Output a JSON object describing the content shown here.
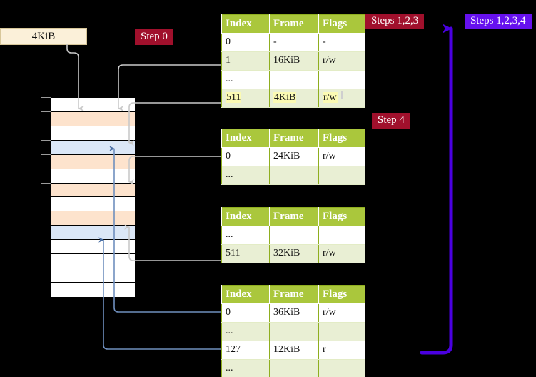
{
  "diagram": {
    "title_hidden": "",
    "background_color": "#000000",
    "callout": {
      "label": "4KiB",
      "bg": "#fbf0d9",
      "border": "#d8c79a"
    },
    "pills": [
      {
        "name": "step-0",
        "label": "Step 0",
        "color": "#a0102c"
      },
      {
        "name": "steps-123",
        "label": "Steps 1,2,3",
        "color": "#a0102c"
      },
      {
        "name": "steps-1234",
        "label": "Steps 1,2,3,4",
        "color": "#6611ee"
      },
      {
        "name": "step-4",
        "label": "Step 4",
        "color": "#a0102c"
      }
    ],
    "memory_column": {
      "name": "physical-memory-column",
      "frame_colors": {
        "white": "#ffffff",
        "peach": "#fde3cd",
        "blue": "#dbe7f7"
      },
      "rows": [
        {
          "fill": "white"
        },
        {
          "fill": "peach"
        },
        {
          "fill": "white"
        },
        {
          "fill": "blue"
        },
        {
          "fill": "peach"
        },
        {
          "fill": "white"
        },
        {
          "fill": "peach"
        },
        {
          "fill": "white"
        },
        {
          "fill": "peach"
        },
        {
          "fill": "blue"
        },
        {
          "fill": "white"
        },
        {
          "fill": "white"
        },
        {
          "fill": "white"
        },
        {
          "fill": "white"
        }
      ]
    },
    "tables": [
      {
        "name": "page-table-level-1",
        "headers": [
          "Index",
          "Frame",
          "Flags"
        ],
        "rows": [
          {
            "cells": [
              "0",
              "-",
              "-"
            ],
            "style": "plain",
            "highlight": false
          },
          {
            "cells": [
              "1",
              "16KiB",
              "r/w"
            ],
            "style": "alt",
            "highlight": false
          },
          {
            "cells": [
              "...",
              "",
              ""
            ],
            "style": "plain",
            "highlight": false
          },
          {
            "cells": [
              "511",
              "4KiB",
              "r/w"
            ],
            "style": "alt",
            "highlight": true
          }
        ]
      },
      {
        "name": "page-table-level-2",
        "headers": [
          "Index",
          "Frame",
          "Flags"
        ],
        "rows": [
          {
            "cells": [
              "0",
              "24KiB",
              "r/w"
            ],
            "style": "plain",
            "highlight": false
          },
          {
            "cells": [
              "...",
              "",
              ""
            ],
            "style": "alt",
            "highlight": false
          }
        ]
      },
      {
        "name": "page-table-level-3",
        "headers": [
          "Index",
          "Frame",
          "Flags"
        ],
        "rows": [
          {
            "cells": [
              "...",
              "",
              ""
            ],
            "style": "plain",
            "highlight": false
          },
          {
            "cells": [
              "511",
              "32KiB",
              "r/w"
            ],
            "style": "alt",
            "highlight": false
          }
        ]
      },
      {
        "name": "page-table-level-4",
        "headers": [
          "Index",
          "Frame",
          "Flags"
        ],
        "rows": [
          {
            "cells": [
              "0",
              "36KiB",
              "r/w"
            ],
            "style": "plain",
            "highlight": false
          },
          {
            "cells": [
              "...",
              "",
              ""
            ],
            "style": "alt",
            "highlight": false
          },
          {
            "cells": [
              "127",
              "12KiB",
              "r"
            ],
            "style": "plain",
            "highlight": false
          },
          {
            "cells": [
              "...",
              "",
              ""
            ],
            "style": "alt",
            "highlight": false
          }
        ]
      }
    ],
    "connector_colors": {
      "gray": "#c9c9c9",
      "blue": "#6f8fbe",
      "purple": "#4a00e0"
    }
  }
}
